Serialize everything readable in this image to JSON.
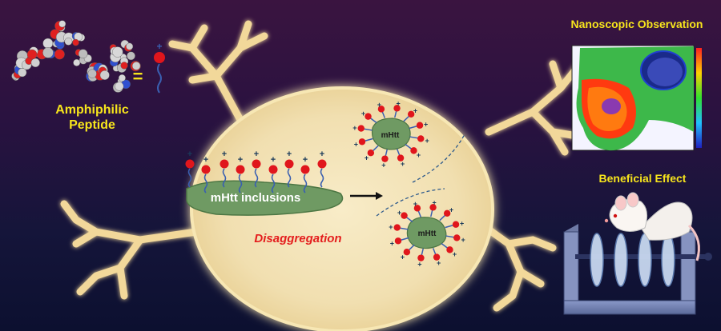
{
  "labels": {
    "amphiphilic_line1": "Amphiphilic",
    "amphiphilic_line2": "Peptide",
    "nanoscopic": "Nanoscopic Observation",
    "beneficial": "Beneficial Effect",
    "inclusions": "mHtt inclusions",
    "mhtt_top": "mHtt",
    "mhtt_bottom": "mHtt",
    "disaggregation": "Disaggregation",
    "equals": "=",
    "plus_sign": "+"
  },
  "colors": {
    "label_yellow": "#f7e51c",
    "cell_fill": "#f3e3b8",
    "inclusion_green": "#6f9a63",
    "peptide_head": "#e0161c",
    "tail_blue": "#3a5fb0",
    "disaggregation_red": "#e41d1d"
  },
  "icons": [
    "peptide-model-icon",
    "peptide-symbol-icon",
    "neuron-icon",
    "mouse-icon",
    "rotarod-icon",
    "microscopy-image-icon",
    "arrow-icon"
  ]
}
